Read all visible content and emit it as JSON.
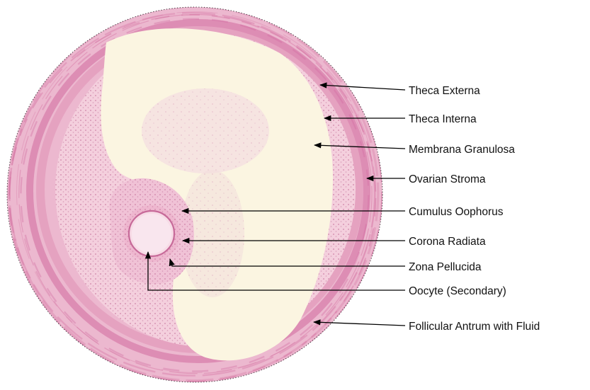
{
  "diagram": {
    "labels": [
      {
        "id": "theca-externa",
        "text": "Theca Externa"
      },
      {
        "id": "theca-interna",
        "text": "Theca Interna"
      },
      {
        "id": "membrana-granulosa",
        "text": "Membrana Granulosa"
      },
      {
        "id": "ovarian-stroma",
        "text": "Ovarian Stroma"
      },
      {
        "id": "cumulus-oophorus",
        "text": "Cumulus Oophorus"
      },
      {
        "id": "corona-radiata",
        "text": "Corona Radiata"
      },
      {
        "id": "zona-pellucida",
        "text": "Zona Pellucida"
      },
      {
        "id": "oocyte",
        "text": "Oocyte (Secondary)"
      },
      {
        "id": "follicular-antrum",
        "text": "Follicular Antrum with Fluid"
      }
    ]
  },
  "colors": {
    "stroma": "#e7a7c6",
    "stroma_dark": "#cc5a93",
    "granulosa": "#f2cad9",
    "antrum_fluid": "#fbf5e1",
    "outline": "#333333"
  }
}
